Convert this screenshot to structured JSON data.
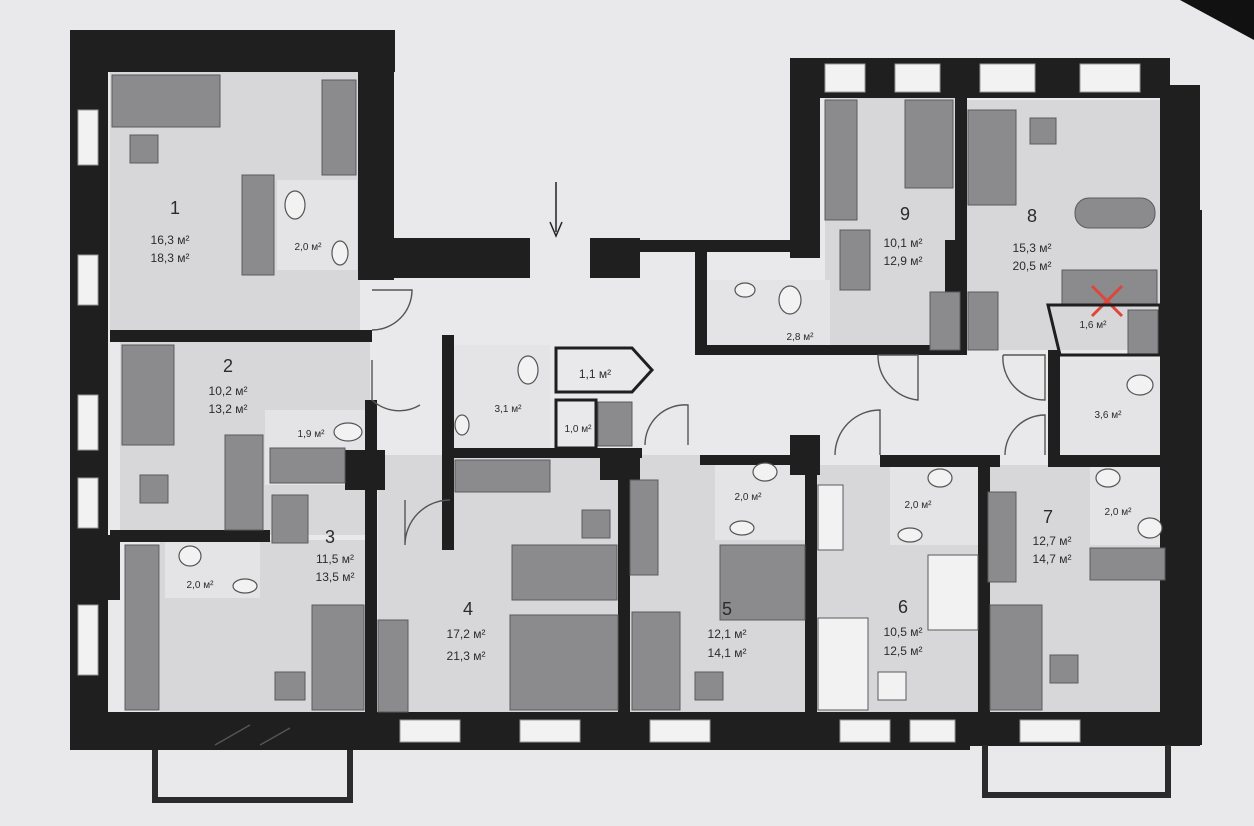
{
  "plan": {
    "colors": {
      "paper": "#e9e9eb",
      "wall": "#1f1f1f",
      "room_fill": "#d7d7d9",
      "bath_fill": "#e4e4e6",
      "furniture": "#8b8b8d",
      "marker": "#e0453a"
    },
    "entrance_marker": "arrow-down-icon",
    "apartments": [
      {
        "num": "1",
        "living": "16,3 м²",
        "total": "18,3 м²",
        "bath": "2,0 м²"
      },
      {
        "num": "2",
        "living": "10,2 м²",
        "total": "13,2 м²",
        "bath": "1,9 м²"
      },
      {
        "num": "3",
        "living": "11,5 м²",
        "total": "13,5 м²",
        "bath": "2,0 м²"
      },
      {
        "num": "4",
        "living": "17,2 м²",
        "total": "21,3 м²",
        "bath": "3,1 м²"
      },
      {
        "num": "5",
        "living": "12,1 м²",
        "total": "14,1 м²",
        "bath": "2,0 м²"
      },
      {
        "num": "6",
        "living": "10,5 м²",
        "total": "12,5 м²",
        "bath": "2,0 м²"
      },
      {
        "num": "7",
        "living": "12,7 м²",
        "total": "14,7 м²",
        "bath": "2,0 м²"
      },
      {
        "num": "8",
        "living": "15,3 м²",
        "total": "20,5 м²",
        "bath": "3,6 м²",
        "closet": "1,6 м²"
      },
      {
        "num": "9",
        "living": "10,1 м²",
        "total": "12,9 м²",
        "bath": "2,8 м²"
      }
    ],
    "common": {
      "storage_a": "1,1 м²",
      "storage_b": "1,0 м²"
    }
  }
}
